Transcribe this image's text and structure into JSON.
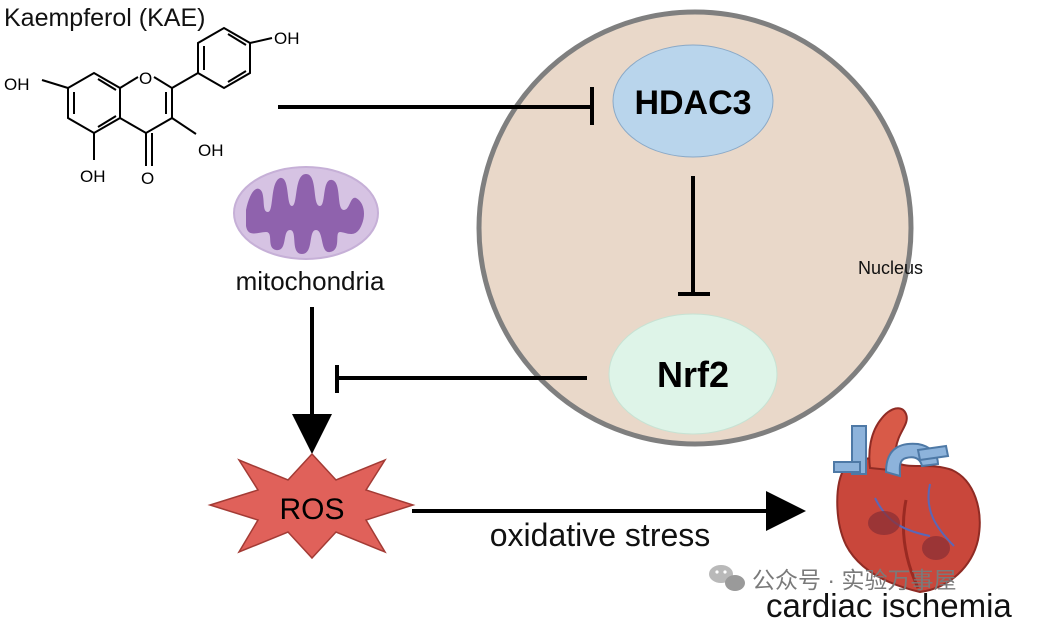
{
  "compound": {
    "title": "Kaempferol (KAE)",
    "substituents": {
      "oh_a": "OH",
      "oh_b": "OH",
      "oh_c": "OH",
      "oh_d": "OH",
      "ring_o": "O",
      "keto_o": "O"
    }
  },
  "nucleus": {
    "label": "Nucleus"
  },
  "nodes": {
    "hdac3": "HDAC3",
    "nrf2": "Nrf2",
    "ros": "ROS",
    "mitochondria": "mitochondria"
  },
  "edges": {
    "stress": "oxidative stress",
    "outcome": "cardiac ischemia"
  },
  "watermark": {
    "text": "公众号 · 实验万事屋",
    "icon": "wechat-icon"
  },
  "colors": {
    "nucleus_fill": "#e9d8c9",
    "nucleus_stroke": "#7f7f7f",
    "hdac3_fill": "#b9d5ec",
    "nrf2_fill": "#def4e8",
    "ros_fill": "#e0615a",
    "mito_outer": "#d6c3e3",
    "mito_inner": "#8f62ad"
  }
}
